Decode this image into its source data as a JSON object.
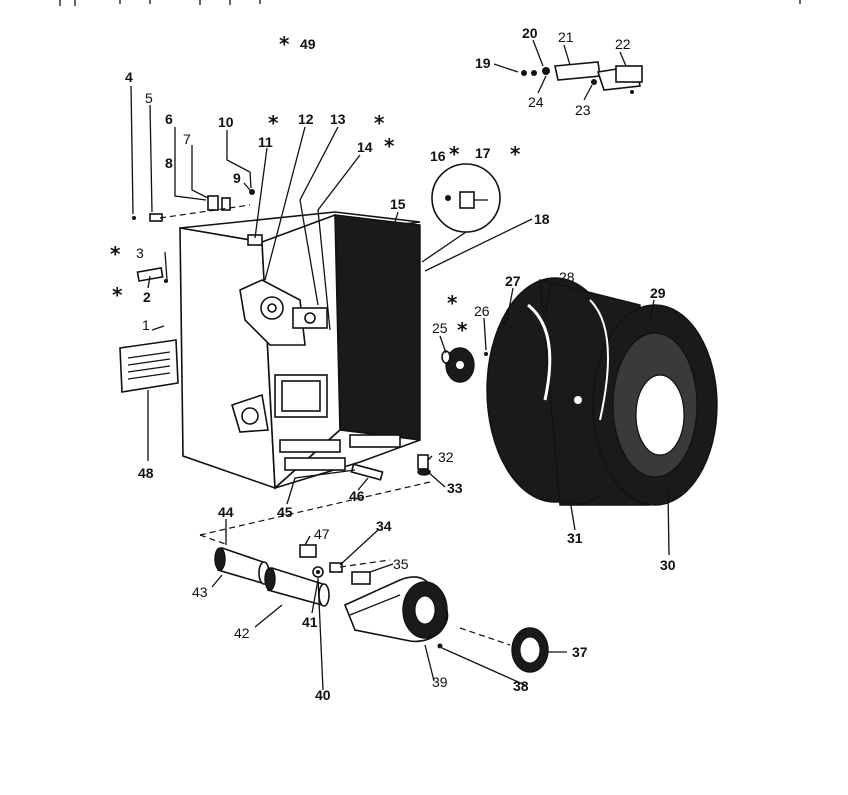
{
  "callouts": {
    "c1": "1",
    "c2": "2",
    "c3": "3",
    "c4": "4",
    "c5": "5",
    "c6": "6",
    "c7": "7",
    "c8": "8",
    "c9": "9",
    "c10": "10",
    "c11": "11",
    "c12": "12",
    "c13": "13",
    "c14": "14",
    "c15": "15",
    "c16": "16",
    "c17": "17",
    "c18": "18",
    "c19": "19",
    "c20": "20",
    "c21": "21",
    "c22": "22",
    "c23": "23",
    "c24": "24",
    "c25": "25",
    "c26": "26",
    "c27": "27",
    "c28": "28",
    "c29": "29",
    "c30": "30",
    "c31": "31",
    "c32": "32",
    "c33": "33",
    "c34": "34",
    "c35": "35",
    "c37": "37",
    "c38": "38",
    "c39": "39",
    "c40": "40",
    "c41": "41",
    "c42": "42",
    "c43": "43",
    "c44": "44",
    "c45": "45",
    "c46": "46",
    "c47": "47",
    "c48": "48",
    "c49": "49"
  },
  "asterisk": "*"
}
